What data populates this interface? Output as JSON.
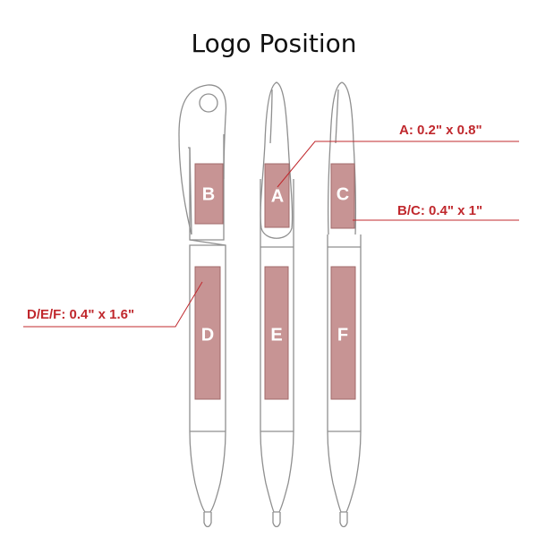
{
  "title": "Logo Position",
  "zones": {
    "a": "A",
    "b": "B",
    "c": "C",
    "d": "D",
    "e": "E",
    "f": "F"
  },
  "callouts": {
    "a": "A:  0.2\" x 0.8\"",
    "bc": "B/C:  0.4\" x 1\"",
    "def": "D/E/F:  0.4\" x 1.6\""
  },
  "colors": {
    "zone_fill": "#c79494",
    "callout_red": "#c0282d",
    "outline_gray": "#8f8f8f"
  }
}
